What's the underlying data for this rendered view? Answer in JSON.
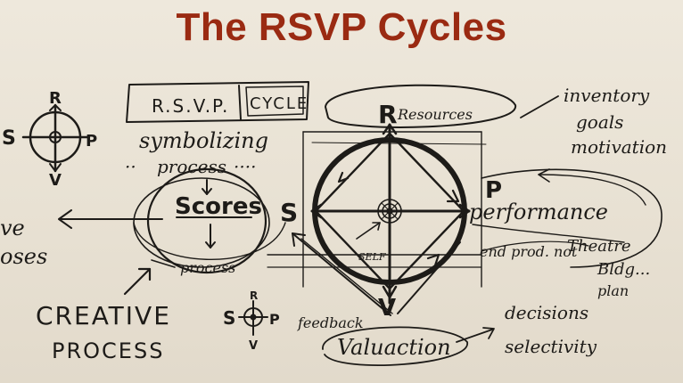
{
  "title": "The RSVP Cycles",
  "mini_top": {
    "r": "R",
    "s": "S",
    "v": "V",
    "p": "P"
  },
  "mini_bottom": {
    "r": "R",
    "s": "S",
    "v": "V",
    "p": "P"
  },
  "box": {
    "left": "R.S.V.P.",
    "right": "CYCLE"
  },
  "symbolizing": "symbolizing",
  "process_upper": "process",
  "scores": "Scores",
  "process_lower": "process",
  "left_edge": {
    "line1": "ve",
    "line2": "oses"
  },
  "creative": {
    "line1": "CREATIVE",
    "line2": "PROCESS"
  },
  "resources": "Resources",
  "wheel": {
    "r": "R",
    "s": "S",
    "p": "P",
    "v": "V",
    "self": "SELF"
  },
  "inventory": {
    "line1": "inventory",
    "line2": "goals",
    "line3": "motivation"
  },
  "performance": "performance",
  "right_notes": {
    "left": "end prod. not",
    "right1": "Theatre",
    "right2": "Bldg...",
    "right3": "plan"
  },
  "feedback": "feedback",
  "valuaction": "Valuaction",
  "decisions": "decisions",
  "selectivity": "selectivity",
  "colors": {
    "title": "#9a2a12",
    "ink": "#1d1b18",
    "paper": "#ebe5d9"
  }
}
